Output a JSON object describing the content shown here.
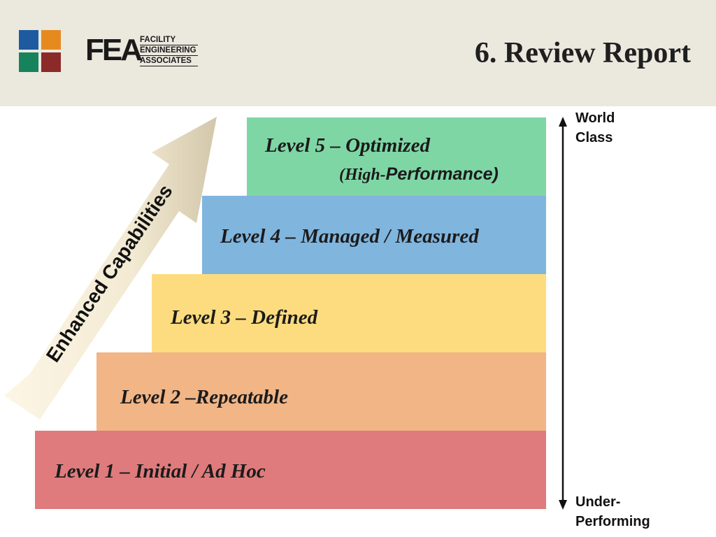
{
  "logo": {
    "abbr": "FEA",
    "line1": "FACILITY",
    "line2": "ENGINEERING",
    "line3": "ASSOCIATES",
    "colors": [
      "#1e5aa0",
      "#e68a1f",
      "#17835c",
      "#8c2a2a"
    ]
  },
  "title": "6. Review Report",
  "arrow_label": "Enhanced Capabilities",
  "levels": [
    {
      "label": "Level 1 – Initial / Ad Hoc",
      "color": "#df7b7c"
    },
    {
      "label": "Level 2 –Repeatable",
      "color": "#f1b586"
    },
    {
      "label": "Level 3 – Defined",
      "color": "#fddc7f"
    },
    {
      "label": "Level 4 – Managed / Measured",
      "color": "#80b5de"
    },
    {
      "label": "Level 5 – Optimized",
      "sub_a": "(High-",
      "sub_b": "Performance)",
      "color": "#7fd6a5"
    }
  ],
  "scale": {
    "top_line1": "World",
    "top_line2": "Class",
    "bottom_line1": "Under-",
    "bottom_line2": "Performing"
  }
}
